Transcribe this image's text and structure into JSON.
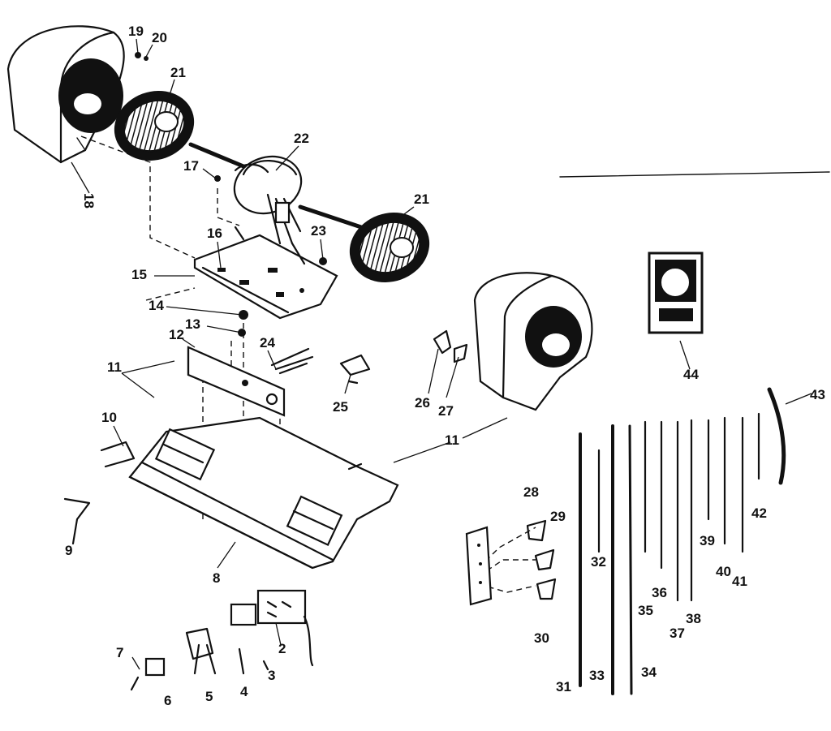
{
  "diagram": {
    "type": "exploded-parts-diagram",
    "callouts": [
      "2",
      "3",
      "4",
      "5",
      "6",
      "7",
      "8",
      "9",
      "10",
      "11",
      "11",
      "12",
      "13",
      "14",
      "15",
      "16",
      "17",
      "18",
      "19",
      "20",
      "21",
      "21",
      "22",
      "23",
      "24",
      "25",
      "26",
      "27",
      "28",
      "29",
      "30",
      "31",
      "32",
      "33",
      "34",
      "35",
      "36",
      "37",
      "38",
      "39",
      "40",
      "41",
      "42",
      "43",
      "44"
    ]
  }
}
